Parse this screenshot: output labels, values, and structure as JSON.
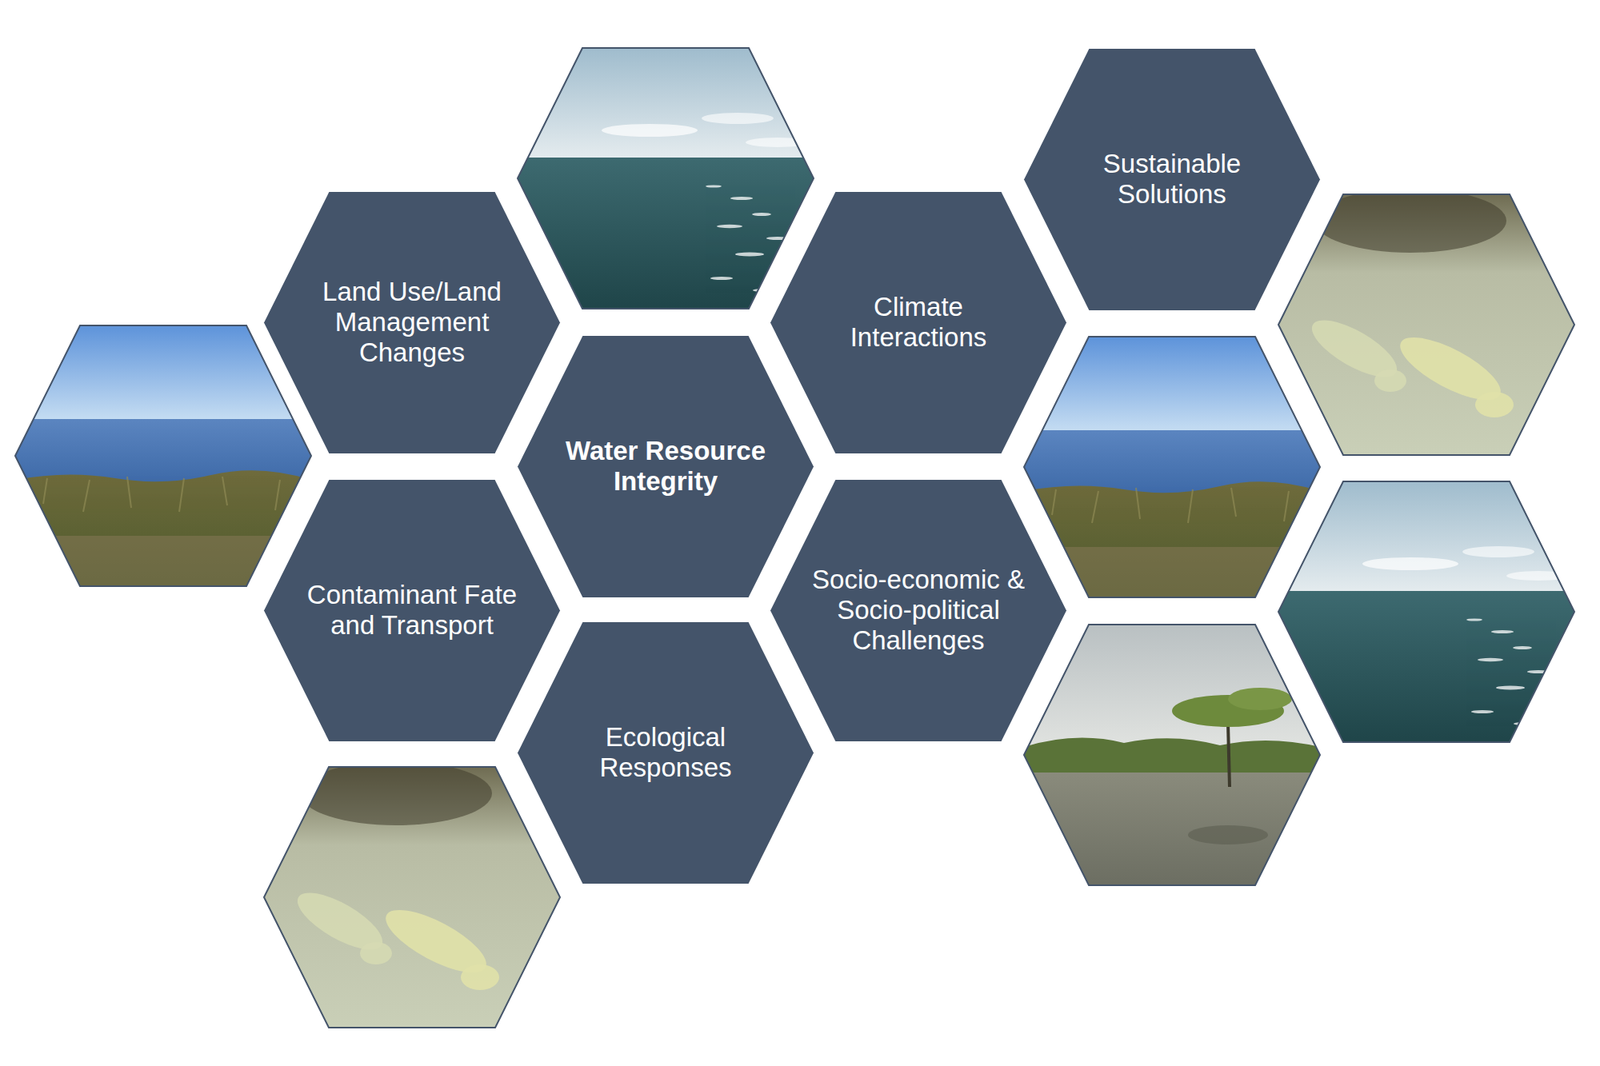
{
  "diagram": {
    "nodes": [
      {
        "text": [
          "Sustainable Solutions"
        ]
      },
      {
        "text": [
          "Land Use/Land Management Changes"
        ]
      },
      {
        "text": [
          "Climate Interactions"
        ]
      },
      {
        "text": [
          "Water Resource Integrity"
        ]
      },
      {
        "text": [
          "Contaminant Fate and Transport"
        ]
      },
      {
        "text": [
          "Socio-economic & Socio-political Challenges"
        ]
      },
      {
        "text": [
          "Ecological Responses"
        ]
      }
    ]
  }
}
